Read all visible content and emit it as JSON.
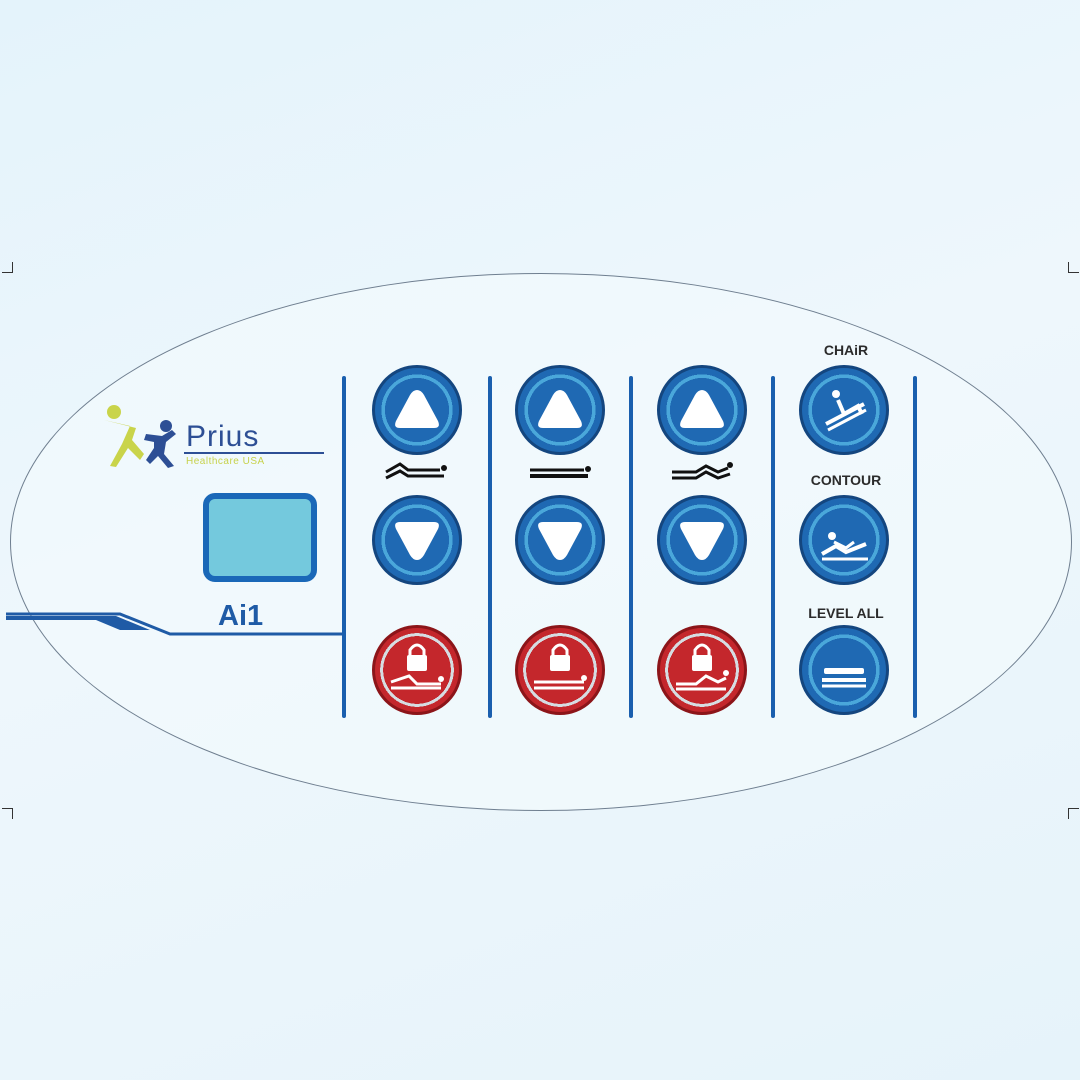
{
  "brand": {
    "name": "Prius",
    "tagline": "Healthcare USA"
  },
  "model": "Ai1",
  "columns": [
    {
      "id": "head",
      "up_icon": "triangle-up-icon",
      "down_icon": "triangle-down-icon",
      "position_icon": "head-raise-icon",
      "lock_icon": "lock-head-icon"
    },
    {
      "id": "height",
      "up_icon": "triangle-up-icon",
      "down_icon": "triangle-down-icon",
      "position_icon": "bed-height-icon",
      "lock_icon": "lock-height-icon"
    },
    {
      "id": "knee",
      "up_icon": "triangle-up-icon",
      "down_icon": "triangle-down-icon",
      "position_icon": "knee-raise-icon",
      "lock_icon": "lock-knee-icon"
    }
  ],
  "presets": {
    "chair_label": "CHAiR",
    "contour_label": "CONTOUR",
    "level_all_label": "LEVEL ALL"
  },
  "colors": {
    "button_blue": "#1f69b3",
    "button_red": "#c4272c",
    "display": "#74c9dd",
    "brand_blue": "#2d4f95",
    "brand_green": "#c7d24b"
  }
}
